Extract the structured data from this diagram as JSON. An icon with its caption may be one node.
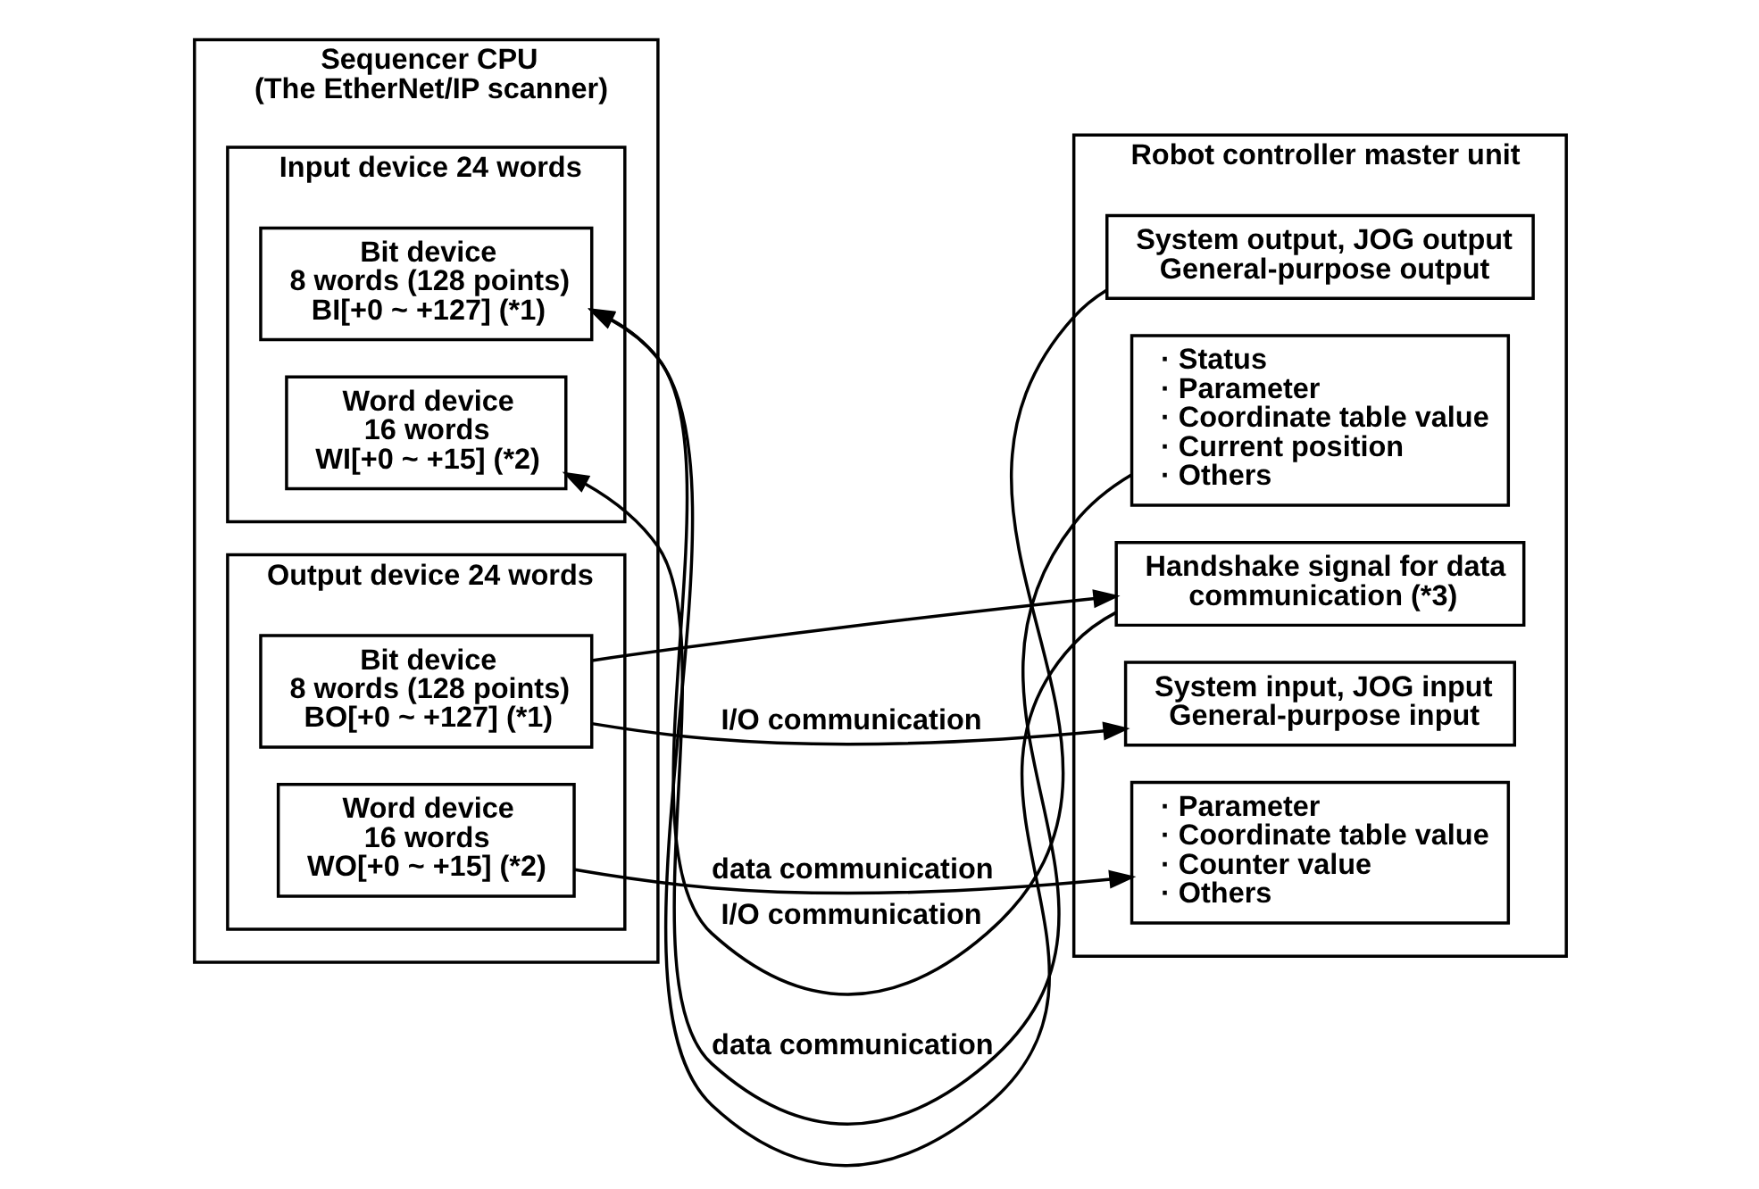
{
  "diagram": {
    "nodes": [
      {
        "text": [
          "Sequencer CPU",
          "(The EtherNet/IP scanner)"
        ]
      },
      {
        "text": [
          "Input device 24 words"
        ],
        "in": 0
      },
      {
        "text": [
          "Bit device",
          "8 words (128 points)",
          "BI[+0 ~ +127] (*1)"
        ],
        "in": 1
      },
      {
        "text": [
          "Word device",
          "16 words",
          "WI[+0 ~ +15] (*2)"
        ],
        "in": 1
      },
      {
        "text": [
          "Output device 24 words"
        ],
        "in": 0
      },
      {
        "text": [
          "Bit device",
          "8 words (128 points)",
          "BO[+0 ~ +127] (*1)"
        ],
        "in": 4
      },
      {
        "text": [
          "Word device",
          "16 words",
          "WO[+0 ~ +15] (*2)"
        ],
        "in": 4
      },
      {
        "text": [
          "Robot controller master unit"
        ]
      },
      {
        "text": [
          "System output, JOG output",
          "General-purpose output"
        ],
        "in": 7
      },
      {
        "text": [
          "· Status",
          "· Parameter",
          "· Coordinate table value",
          "· Current position",
          "· Others"
        ],
        "in": 7
      },
      {
        "text": [
          "Handshake signal for data communication (*3)"
        ],
        "in": 7
      },
      {
        "text": [
          "System input, JOG input",
          "General-purpose input"
        ],
        "in": 7
      },
      {
        "text": [
          "· Parameter",
          "· Coordinate table value",
          "· Counter value",
          "· Others"
        ],
        "in": 7
      }
    ],
    "edges": [
      {
        "from": 8,
        "to": 2,
        "arrow": "to",
        "label": "I/O communication"
      },
      {
        "from": 9,
        "to": 3,
        "arrow": "to",
        "label": "data communication"
      },
      {
        "from": 10,
        "to": 2,
        "arrow": "to"
      },
      {
        "from": 5,
        "to": 11,
        "arrow": "to",
        "label": "I/O communication"
      },
      {
        "from": 5,
        "to": 10,
        "arrow": "to"
      },
      {
        "from": 6,
        "to": 12,
        "arrow": "to",
        "label": "data communication"
      }
    ]
  }
}
